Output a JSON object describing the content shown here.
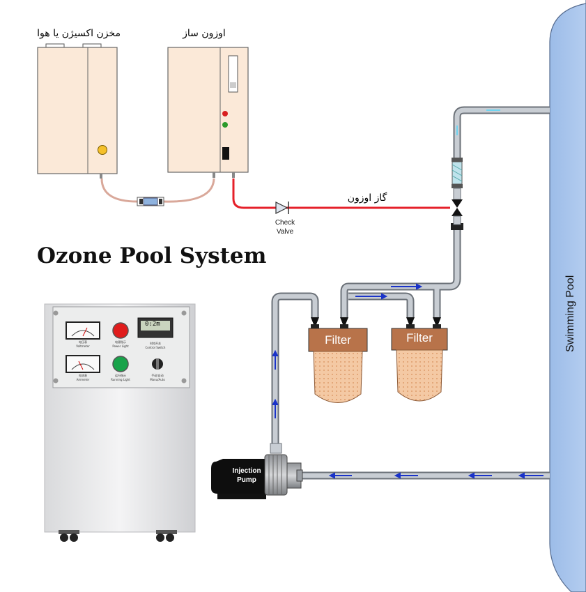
{
  "title": "Ozone Pool System",
  "labels": {
    "oxygen_tank": "مخزن اکسیژن یا هوا",
    "ozone_generator": "اوزون ساز",
    "ozone_gas": "گاز اوزون",
    "check_valve_line1": "Check",
    "check_valve_line2": "Valve",
    "filter_1": "Filter",
    "filter_2": "Filter",
    "pump_line1": "Injection",
    "pump_line2": "Pump",
    "pool": "Swimming Pool"
  },
  "machine_panel": {
    "voltmeter": "电压表\nVoltmeter",
    "power_light": "电源指示\nPower Light",
    "control_switch": "时控开关\nControl Switch",
    "ammeter": "电流表\nAmmeter",
    "running_light": "运行指示\nRunning Light",
    "manu_auto": "手动/自动\nManu/Auto",
    "display": "0:2m"
  },
  "colors": {
    "ozone_line": "#e5202a",
    "pipe_fill": "#c8cdd3",
    "pipe_stroke": "#6b7178",
    "flow_arrow": "#1a33c9",
    "pool_fill": "#a6c3ea",
    "filter_head": "#b8734a",
    "filter_body": "#f4c9a4",
    "cabinet": "#fbe9d8"
  }
}
